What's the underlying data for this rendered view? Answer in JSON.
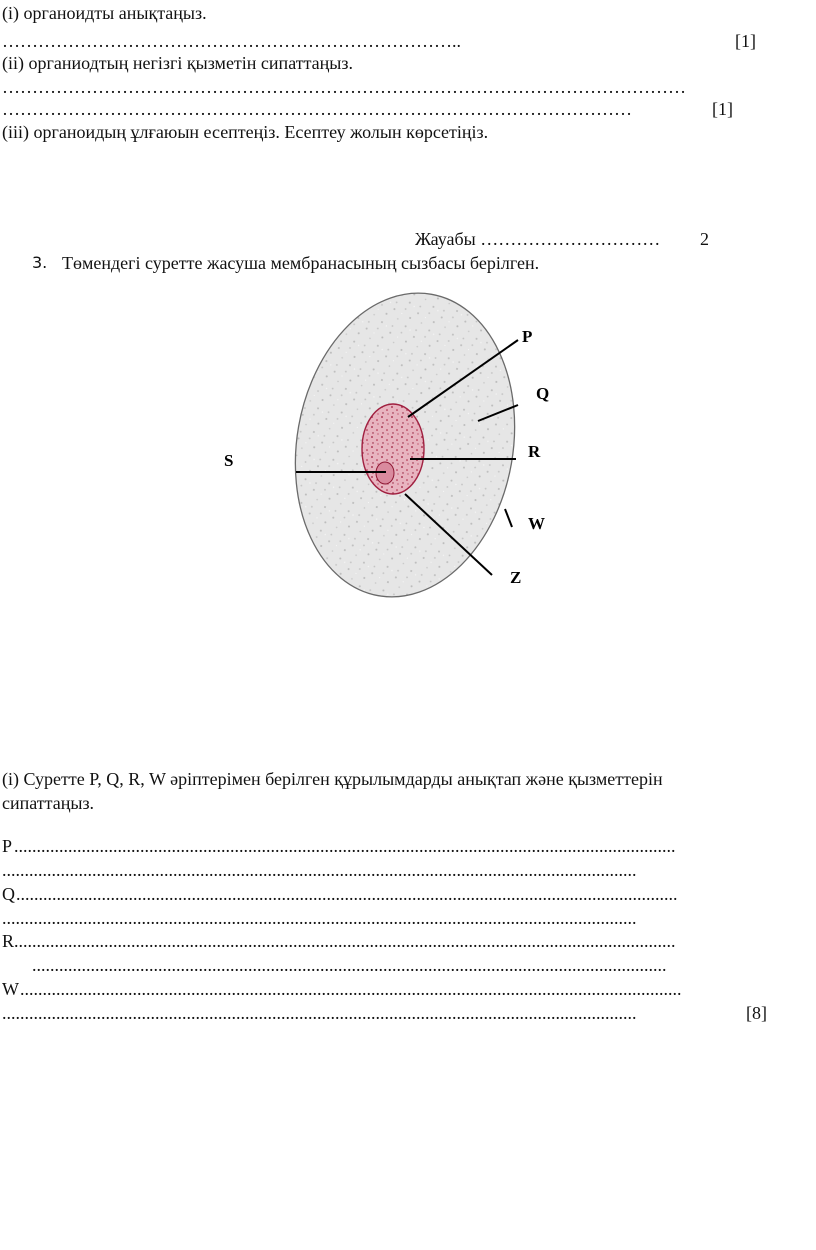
{
  "top": {
    "q1": "(i) органоидты анықтаңыз.",
    "q1_dots": "…………………………………………………………………..",
    "q1_mark": "[1]",
    "q2": "(ii) органиодтың негізгі қызметін сипаттаңыз.",
    "q2_dots1": "……………………………………………………………………………………………………",
    "q2_dots2": "……………………………………………………………………………………………",
    "q2_mark": "[1]",
    "q3": "(iii) органоидың ұлғаюын есептеңіз. Есептеу жолын  көрсетіңіз.",
    "answer_label": "Жауабы …………………………",
    "answer_mark": "2"
  },
  "question3": {
    "number": "3.",
    "text": "Төмендегі суретте жасуша мембранасының сызбасы берілген."
  },
  "diagram": {
    "labels": {
      "P": "P",
      "Q": "Q",
      "R": "R",
      "S": "S",
      "W": "W",
      "Z": "Z"
    }
  },
  "part_i": {
    "line1": "(i) Суретте P, Q, R, W әріптерімен берілген құрылымдарды анықтап және қызметтерін",
    "line2": "сипаттаңыз.",
    "P_label": "P",
    "Q_label": "Q",
    "R_label": "R",
    "W_label": "W",
    "dots_long": "...................................................................................................................................................",
    "dots_mid": ".............................................................................................................................................",
    "final_mark": "[8]"
  }
}
